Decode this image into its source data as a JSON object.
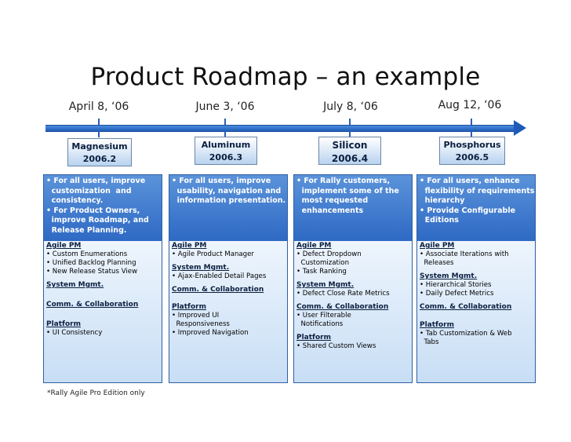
{
  "title": "Product Roadmap – an example",
  "timeline": {
    "dates": [
      "April 8, ‘06",
      "June 3, ‘06",
      "July 8, ‘06",
      "Aug 12, ‘06"
    ]
  },
  "releases": [
    {
      "name": "Magnesium",
      "version": "2006.2",
      "summary": [
        "• For all users, improve",
        "  customization  and",
        "  consistency.",
        "• For Product Owners,",
        "  improve Roadmap, and",
        "  Release Planning."
      ],
      "sections": [
        {
          "title": "Agile PM",
          "items": [
            "• Custom Enumerations",
            "• Unified Backlog Planning",
            "• New Release Status View"
          ]
        },
        {
          "title": "System Mgmt.",
          "items": []
        },
        {
          "title": "Comm. & Collaboration",
          "items": []
        },
        {
          "title": "Platform",
          "items": [
            "• UI Consistency"
          ]
        }
      ]
    },
    {
      "name": "Aluminum",
      "version": "2006.3",
      "summary": [
        "• For all users, improve",
        "  usability, navigation and",
        "  information presentation."
      ],
      "sections": [
        {
          "title": "Agile PM",
          "items": [
            "• Agile Product Manager"
          ]
        },
        {
          "title": "System Mgmt.",
          "items": [
            "• Ajax-Enabled Detail Pages"
          ]
        },
        {
          "title": "Comm. & Collaboration",
          "items": []
        },
        {
          "title": "Platform",
          "items": [
            "• Improved UI",
            "  Responsiveness",
            "• Improved Navigation"
          ]
        }
      ]
    },
    {
      "name": "Silicon",
      "version": "2006.4",
      "summary": [
        "• For Rally customers,",
        "  implement some of the",
        "  most requested",
        "  enhancements"
      ],
      "sections": [
        {
          "title": "Agile PM",
          "items": [
            "• Defect Dropdown",
            "  Customization",
            "• Task Ranking"
          ]
        },
        {
          "title": "System Mgmt.",
          "items": [
            "• Defect Close Rate Metrics"
          ]
        },
        {
          "title": "Comm. & Collaboration",
          "items": [
            "• User Filterable",
            "  Notifications"
          ]
        },
        {
          "title": "Platform",
          "items": [
            "• Shared Custom Views"
          ]
        }
      ]
    },
    {
      "name": "Phosphorus",
      "version": "2006.5",
      "summary": [
        "• For all users, enhance",
        "  flexibility of requirements",
        "  hierarchy",
        "• Provide Configurable",
        "  Editions"
      ],
      "sections": [
        {
          "title": "Agile PM",
          "items": [
            "• Associate Iterations with",
            "  Releases"
          ]
        },
        {
          "title": "System Mgmt.",
          "items": [
            "• Hierarchical Stories",
            "• Daily Defect Metrics"
          ]
        },
        {
          "title": "Comm. & Collaboration",
          "items": []
        },
        {
          "title": "Platform",
          "items": [
            "• Tab Customization & Web",
            "  Tabs"
          ]
        }
      ]
    }
  ],
  "footnote": "*Rally Agile Pro Edition only"
}
